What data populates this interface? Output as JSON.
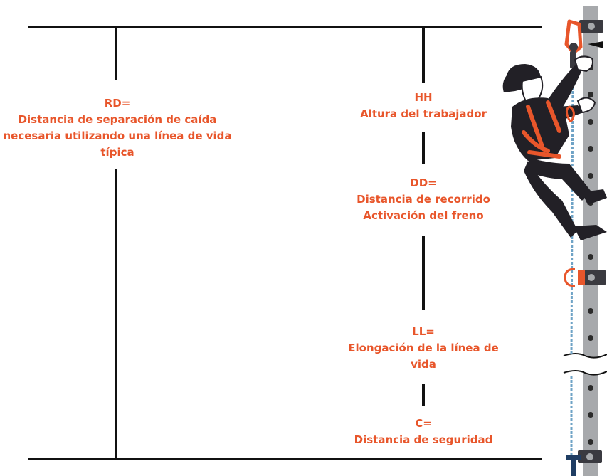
{
  "labels": {
    "rd": {
      "title": "RD=",
      "line1": "Distancia de separación de caída",
      "line2": "necesaria utilizando una línea de vida",
      "line3": "típica"
    },
    "hh": {
      "title": "HH",
      "line1": "Altura del trabajador"
    },
    "dd": {
      "title": "DD=",
      "line1": "Distancia de recorrido",
      "line2": "Activación del freno"
    },
    "ll": {
      "title": "LL=",
      "line1": "Elongación de la línea de",
      "line2": "vida"
    },
    "c": {
      "title": "C=",
      "line1": "Distancia de seguridad"
    }
  },
  "colors": {
    "label": "#e8562b",
    "line": "#111111",
    "rail": "#a7a9ac",
    "harness": "#e8562b",
    "body": "#222026",
    "lifeline": "#6fa3c6"
  }
}
